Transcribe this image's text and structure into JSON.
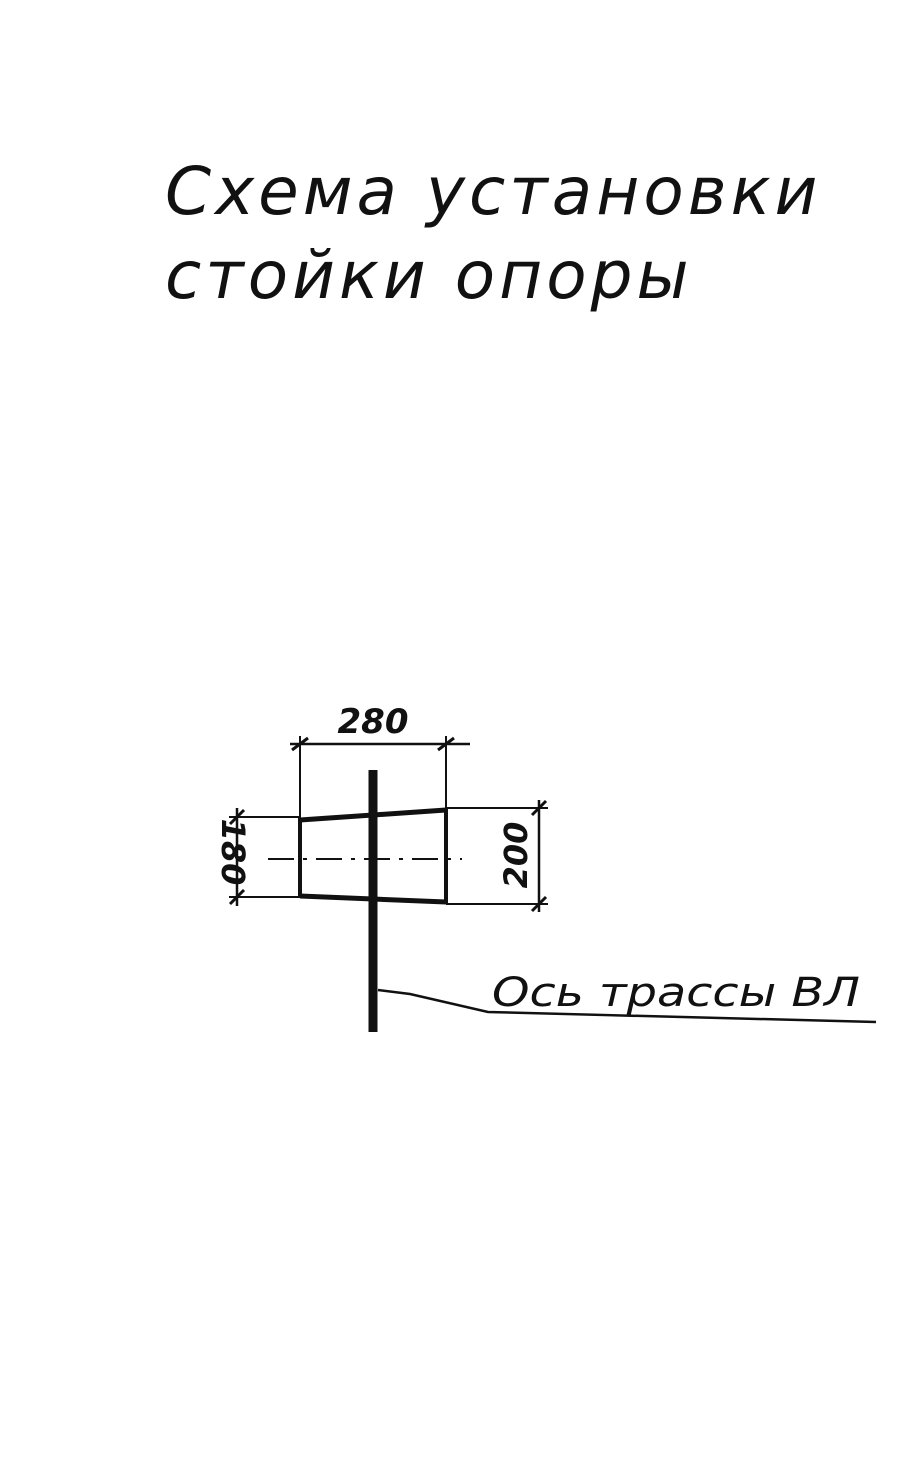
{
  "title": {
    "line1": "Схема установки",
    "line2": "стойки опоры"
  },
  "dimensions": {
    "width_top": "280",
    "height_left": "180",
    "height_right": "200"
  },
  "axis_label": "Ось трассы ВЛ",
  "colors": {
    "ink": "#111111",
    "background": "#ffffff"
  }
}
